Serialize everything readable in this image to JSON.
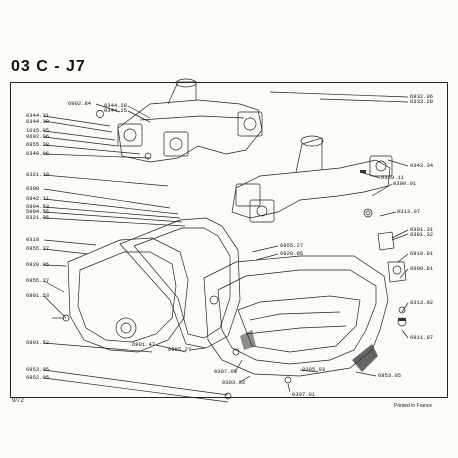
{
  "header": {
    "title": "03 C - J7"
  },
  "footer": {
    "page": "9/72",
    "printed": "Printed in France"
  },
  "labels": {
    "top_left": [
      "6902.84",
      "0344.28",
      "0344.25",
      "0344.31",
      "0344.30",
      "1015.05",
      "0692.06",
      "6955.28",
      "0349.06",
      "0321.10",
      "0300",
      "6942.11",
      "6904.63",
      "5904.55",
      "0321.05"
    ],
    "top_right": [
      "6932.06",
      "0333.28",
      "0343.34",
      "0329.11",
      "0300.01",
      "0313.07"
    ],
    "mid_left": [
      "0318",
      "6955.27",
      "6920.05",
      "6955.27",
      "6901.53"
    ],
    "mid_center": [
      "6955.27",
      "6920.05"
    ],
    "right": [
      "0301.31",
      "0301.32",
      "6910.01",
      "0909.01",
      "0313.02",
      "6911.07"
    ],
    "bottom": [
      "6901.52",
      "6953.05",
      "6952.05",
      "6901.47",
      "6955.27",
      "0307.05",
      "0305.03",
      "0303.03",
      "0307.01",
      "6953.05"
    ]
  }
}
